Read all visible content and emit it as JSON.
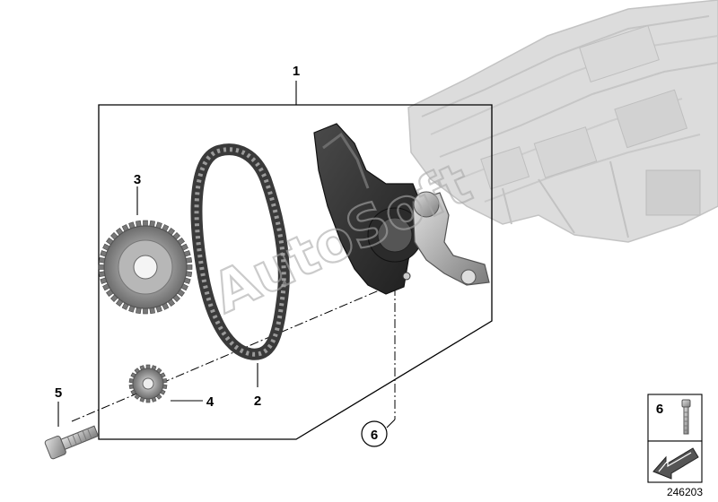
{
  "diagram": {
    "callouts": {
      "c1": "1",
      "c2": "2",
      "c3": "3",
      "c4": "4",
      "c5": "5",
      "c6": "6"
    },
    "legend_box": {
      "label": "6"
    },
    "watermark": "AutoSoft",
    "image_code": "246203"
  }
}
